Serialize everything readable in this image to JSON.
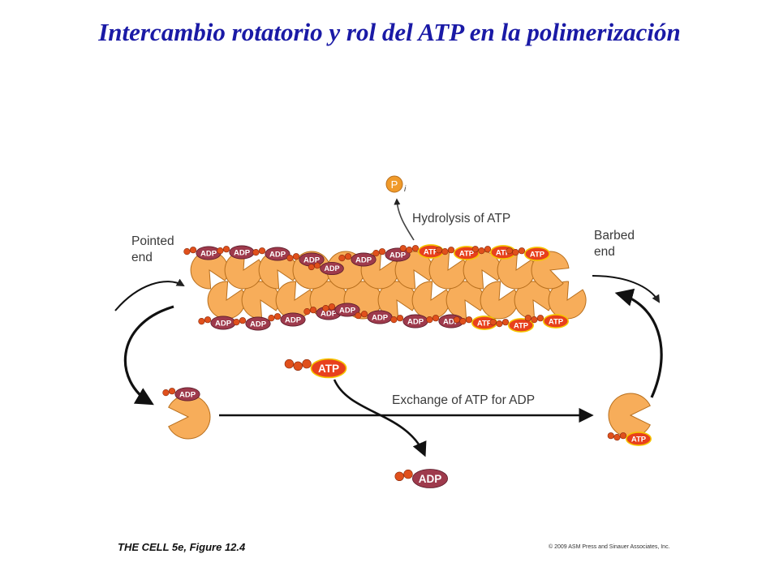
{
  "title": "Intercambio rotatorio y rol del ATP en la polimerización",
  "labels": {
    "pointed_end": [
      "Pointed",
      "end"
    ],
    "barbed_end": [
      "Barbed",
      "end"
    ],
    "hydrolysis": "Hydrolysis of ATP",
    "exchange": "Exchange of ATP for ADP",
    "pi": "P",
    "pi_sub": "i"
  },
  "nucleotides": {
    "adp": "ADP",
    "atp": "ATP"
  },
  "footer": {
    "source": "THE CELL 5e, Figure 12.4",
    "copyright": "© 2009 ASM Press and Sinauer Associates, Inc."
  },
  "colors": {
    "title": "#1a1aa6",
    "monomer_fill": "#f7ad5a",
    "monomer_stroke": "#b86f1d",
    "adp_fill": "#9e3a4c",
    "atp_fill": "#e8401c",
    "atp_stroke": "#f5c400",
    "phosphate": "#e0501c",
    "arrow": "#111111"
  }
}
